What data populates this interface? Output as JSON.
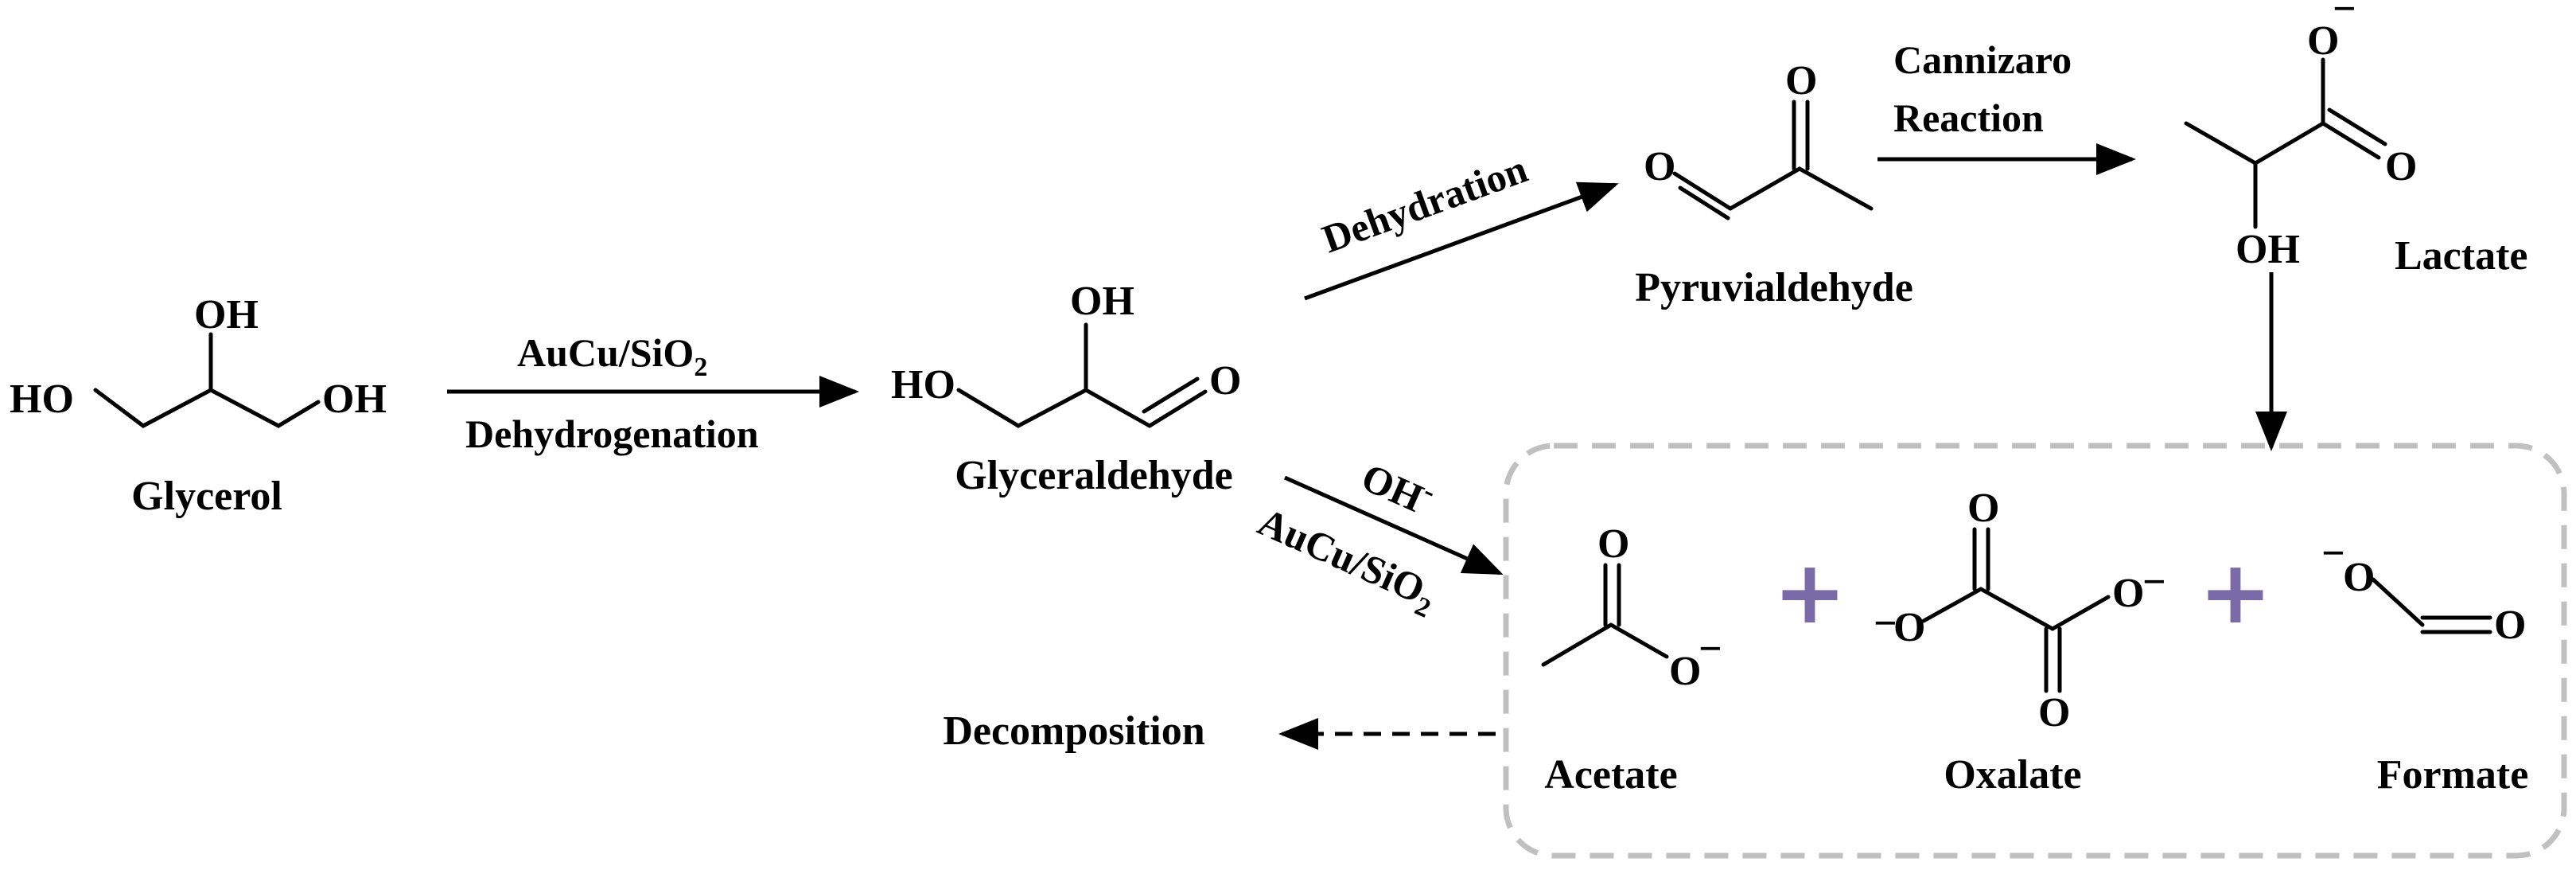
{
  "colors": {
    "lactate": "#1aa5d9",
    "decomposition": "#2e75b6",
    "plus": "#7b6aa8",
    "box_border": "#c0c0c0"
  },
  "labels": {
    "glycerol": "Glycerol",
    "glyceraldehyde": "Glyceraldehyde",
    "pyruvialdehyde": "Pyruvialdehyde",
    "lactate": "Lactate",
    "acetate": "Acetate",
    "oxalate": "Oxalate",
    "formate": "Formate",
    "decomposition": "Decomposition"
  },
  "arrows": {
    "step1_top": "AuCu/SiO",
    "step1_top_sub": "2",
    "step1_bottom": "Dehydrogenation",
    "dehydration": "Dehydration",
    "cannizaro_line1": "Cannizaro",
    "cannizaro_line2": "Reaction",
    "oh_minus": "OH",
    "oh_minus_sup": "-",
    "aucu_lower": "AuCu/SiO",
    "aucu_lower_sub": "2"
  },
  "atoms": {
    "oh": "OH",
    "ho": "HO",
    "o": "O",
    "minus": "−",
    "plus": "+"
  }
}
